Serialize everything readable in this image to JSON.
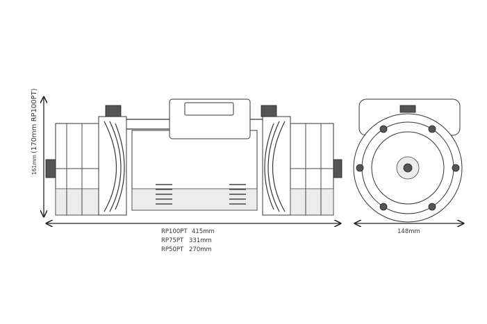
{
  "dimensions": {
    "height_label_main": "161mm",
    "height_label_alt": "(170mm RP100PT)",
    "width_label_side": "148mm",
    "length_models": [
      {
        "model": "RP100PT",
        "length": "415mm"
      },
      {
        "model": "RP75PT",
        "length": "331mm"
      },
      {
        "model": "RP50PT",
        "length": "270mm"
      }
    ]
  }
}
